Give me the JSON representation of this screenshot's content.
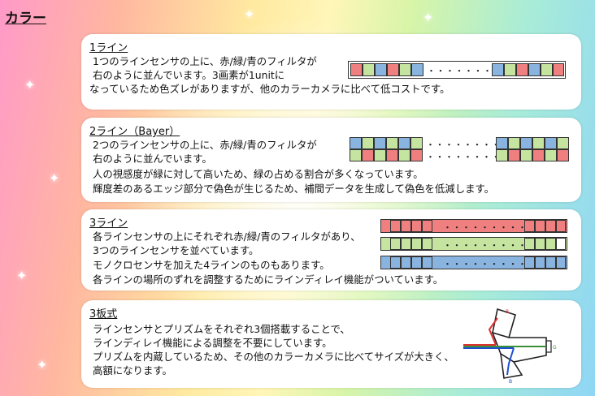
{
  "title": "カラー",
  "dots": "・・・・・・・・・",
  "sections": [
    {
      "heading": "1ライン",
      "lines": [
        "1つのラインセンサの上に、赤/緑/青のフィルタが",
        "右のように並んでいます。3画素が1unitに",
        "なっているため色ズレがありますが、他のカラーカメラに比べて低コストです。"
      ]
    },
    {
      "heading": "2ライン（Bayer）",
      "lines": [
        "2つのラインセンサの上に、赤/緑/青のフィルタが",
        "右のように並んでいます。",
        "人の視感度が緑に対して高いため、緑の占める割合が多くなっています。",
        "輝度差のあるエッジ部分で偽色が生じるため、補間データを生成して偽色を低減します。"
      ]
    },
    {
      "heading": "3ライン",
      "lines": [
        "各ラインセンサの上にそれぞれ赤/緑/青のフィルタがあり、",
        "3つのラインセンサを並べています。",
        "モノクロセンサを加えた4ラインのものもあります。",
        "各ラインの場所のずれを調整するためにラインディレイ機能がついています。"
      ]
    },
    {
      "heading": "3板式",
      "lines": [
        "ラインセンサとプリズムをそれぞれ3個搭載することで、",
        "ラインディレイ機能による調整を不要にしています。",
        "プリズムを内蔵しているため、その他のカラーカメラに比べてサイズが大きく、",
        "高額になります。"
      ],
      "prism_labels": {
        "r": "R",
        "g": "G",
        "b": "B"
      }
    }
  ],
  "colors": {
    "red": "#f08080",
    "green": "#c5e4a0",
    "blue": "#8ab4e0"
  }
}
